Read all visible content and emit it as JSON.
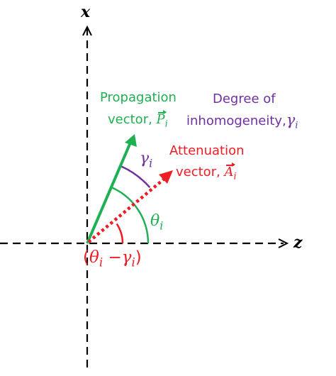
{
  "axes": {
    "x_label": "x",
    "z_label": "z"
  },
  "propagation": {
    "line1": "Propagation",
    "line2_prefix": "vector, ",
    "symbol": "P",
    "subscript": "i",
    "color": "#1fb053"
  },
  "attenuation": {
    "line1": "Attenuation",
    "line2_prefix": "vector, ",
    "symbol": "A",
    "subscript": "i",
    "color": "#ee1c24"
  },
  "inhomogeneity": {
    "line1": "Degree of",
    "line2_prefix": "inhomogeneity,",
    "symbol": "γ",
    "subscript": "i",
    "color": "#7030a0"
  },
  "angles": {
    "gamma_symbol": "γ",
    "gamma_sub": "i",
    "theta_symbol": "θ",
    "theta_sub": "i",
    "difference": {
      "open": "(",
      "theta": "θ",
      "theta_sub": "i",
      "minus": " −",
      "gamma": "γ",
      "gamma_sub": "i",
      "close": ")"
    }
  }
}
